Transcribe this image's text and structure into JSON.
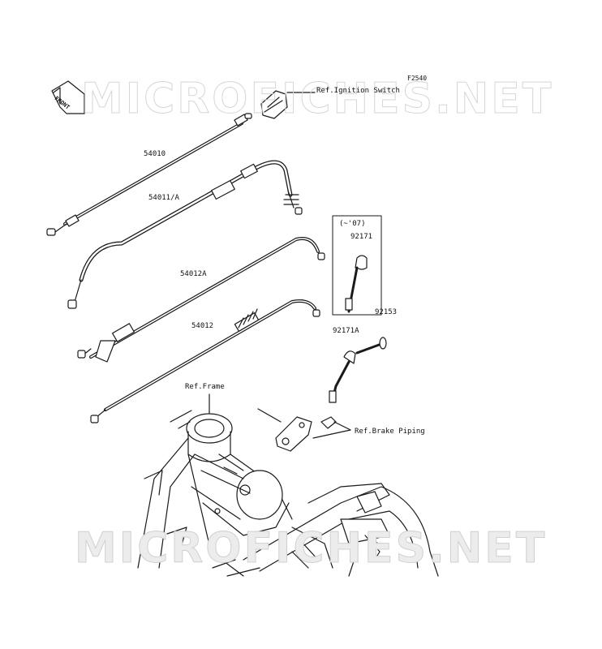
{
  "diagram": {
    "code": "F2540",
    "front_label": "FRONT",
    "watermark": "MICROFICHES.NET",
    "labels": {
      "ref_ignition": "Ref.Ignition Switch",
      "p54010": "54010",
      "p54011a": "54011/A",
      "p54012a": "54012A",
      "p54012": "54012",
      "year_note": "(~'07)",
      "p92171": "92171",
      "p92153": "92153",
      "p92171a": "92171A",
      "ref_frame": "Ref.Frame",
      "ref_brake": "Ref.Brake Piping"
    }
  }
}
